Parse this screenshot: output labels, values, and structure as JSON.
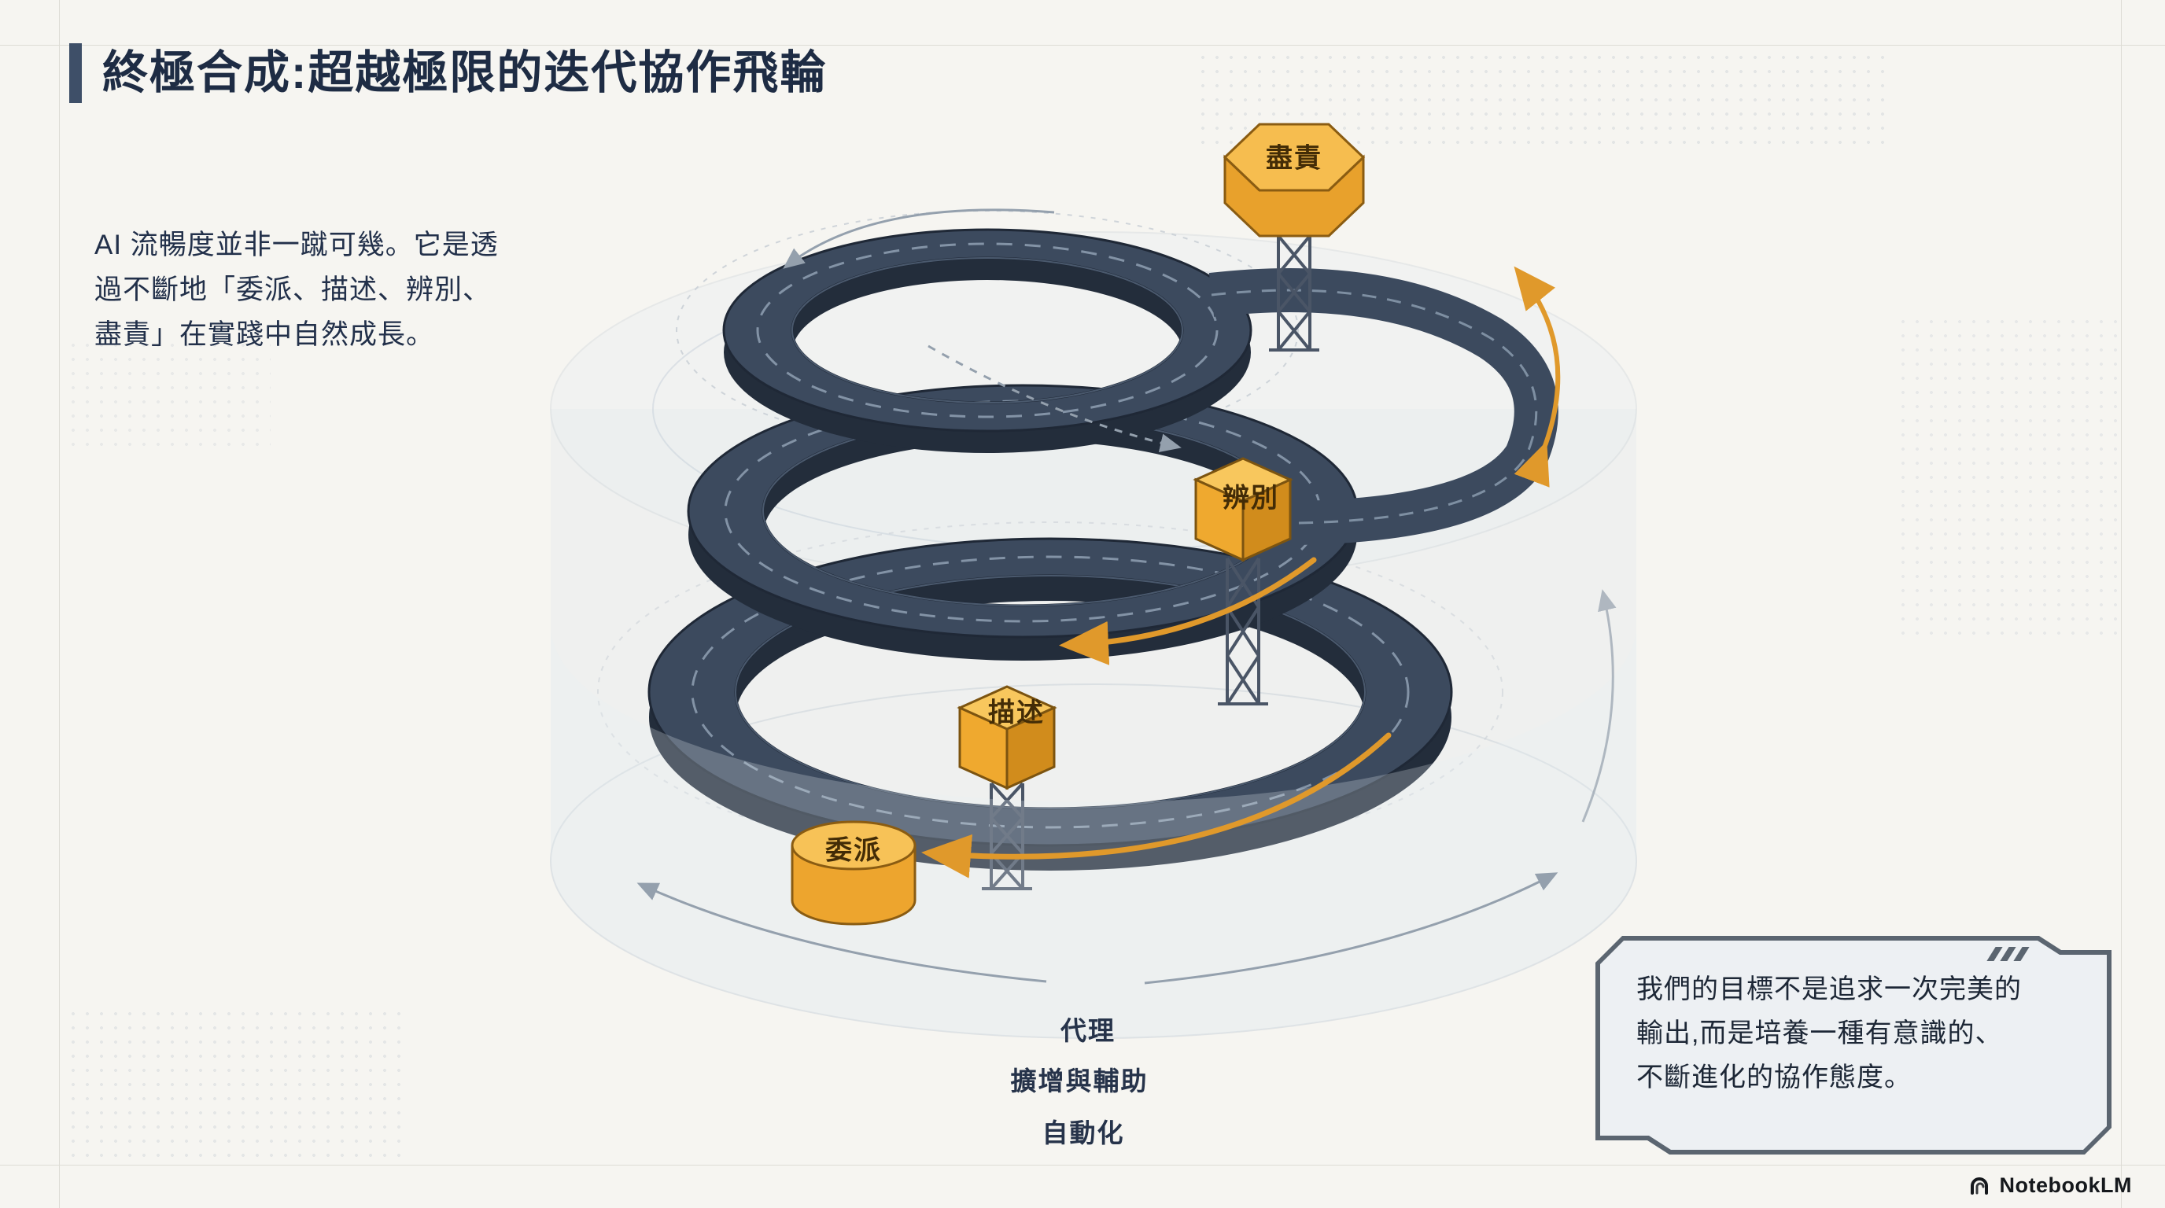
{
  "header": {
    "title": "終極合成:超越極限的迭代協作飛輪"
  },
  "intro": {
    "lines": [
      "AI 流暢度並非一蹴可幾。它是透",
      "過不斷地「委派、描述、辨別、",
      "盡責」在實踐中自然成長。"
    ]
  },
  "flywheel": {
    "nodes": [
      {
        "id": "diligence",
        "label": "盡責",
        "shape": "hexagon"
      },
      {
        "id": "discernment",
        "label": "辨別",
        "shape": "box"
      },
      {
        "id": "description",
        "label": "描述",
        "shape": "box"
      },
      {
        "id": "delegation",
        "label": "委派",
        "shape": "cylinder"
      }
    ],
    "layer_labels": [
      "代理",
      "擴增與輔助",
      "自動化"
    ]
  },
  "callout": {
    "lines": [
      "我們的目標不是追求一次完美的",
      "輸出,而是培養一種有意識的、",
      "不斷進化的協作態度。"
    ]
  },
  "footer": {
    "brand": "NotebookLM"
  },
  "colors": {
    "accent_orange": "#EDA52E",
    "orange_light": "#F7C257",
    "track_dark": "#3C4A5E",
    "title_navy": "#1E2C44",
    "frame_grey": "#5B6570"
  }
}
